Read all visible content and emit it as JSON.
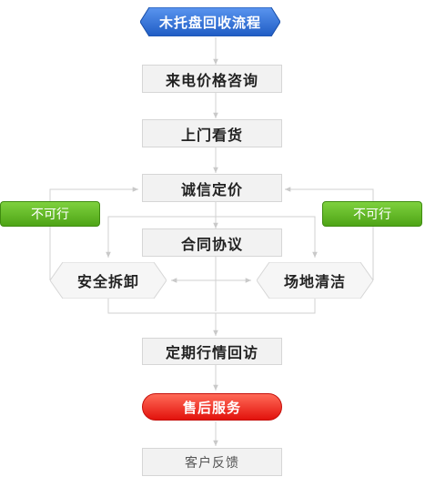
{
  "title": "木托盘回收流程",
  "steps": {
    "inquiry": "来电价格咨询",
    "inspection": "上门看货",
    "pricing": "诚信定价",
    "contract": "合同协议",
    "dismantle": "安全拆卸",
    "cleanup": "场地清洁",
    "followup": "定期行情回访",
    "after_sales": "售后服务",
    "feedback": "客户反馈"
  },
  "rejects": {
    "left": "不可行",
    "right": "不可行"
  },
  "colors": {
    "title_blue": "#2f6fd4",
    "reject_green": "#5cb521",
    "after_sales_red": "#e8231a",
    "box_fill": "#f2f2f2",
    "line": "#d0d0d0"
  }
}
